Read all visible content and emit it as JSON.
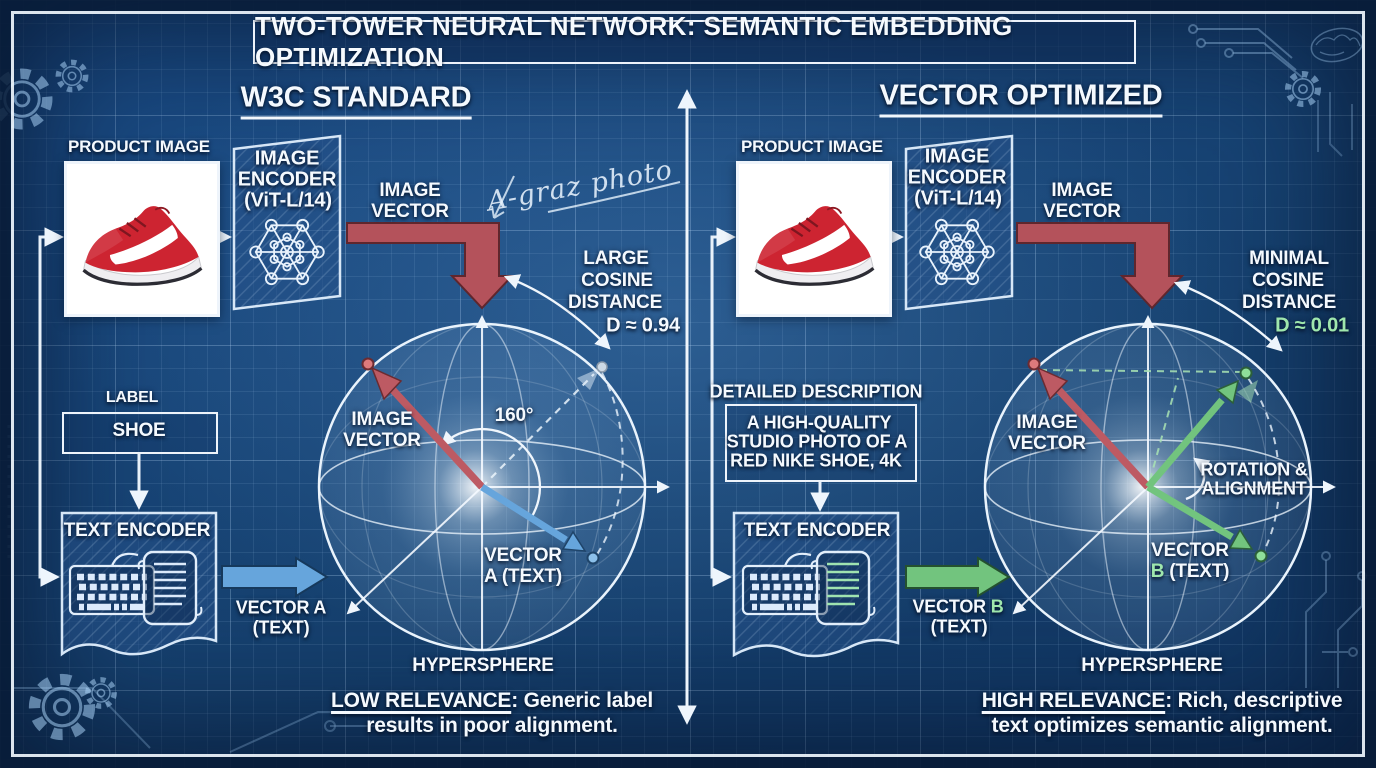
{
  "title": "TWO-TOWER NEURAL NETWORK: SEMANTIC EMBEDDING OPTIMIZATION",
  "handwritten_note": "A-graz photo",
  "colors": {
    "red_arrow": "#b4525b",
    "blue_arrow": "#66a5dc",
    "green_arrow": "#72c47e",
    "green_text": "#9fe7ad"
  },
  "left": {
    "heading": "W3C STANDARD",
    "product_image_label": "PRODUCT IMAGE",
    "encoder": [
      "IMAGE",
      "ENCODER",
      "(ViT-L/14)"
    ],
    "image_vector_arrow": [
      "IMAGE",
      "VECTOR"
    ],
    "cosine": {
      "lines": [
        "LARGE",
        "COSINE",
        "DISTANCE"
      ],
      "value": "D ≈ 0.94"
    },
    "sphere": {
      "image_vector": [
        "IMAGE",
        "VECTOR"
      ],
      "angle": "160°",
      "text_vector": [
        "VECTOR",
        "A (TEXT)"
      ],
      "caption": "HYPERSPHERE"
    },
    "label_heading": "LABEL",
    "label_value": "SHOE",
    "text_encoder_label": "TEXT ENCODER",
    "text_vector_arrow": [
      "VECTOR A",
      "(TEXT)"
    ],
    "verdict": {
      "keyword": "LOW RELEVANCE",
      "rest": ": Generic label",
      "line2": "results in poor alignment."
    }
  },
  "right": {
    "heading": "VECTOR OPTIMIZED",
    "product_image_label": "PRODUCT IMAGE",
    "encoder": [
      "IMAGE",
      "ENCODER",
      "(ViT-L/14)"
    ],
    "image_vector_arrow": [
      "IMAGE",
      "VECTOR"
    ],
    "cosine": {
      "lines": [
        "MINIMAL",
        "COSINE",
        "DISTANCE"
      ],
      "value": "D ≈ 0.01"
    },
    "sphere": {
      "image_vector": [
        "IMAGE",
        "VECTOR"
      ],
      "rotation": [
        "ROTATION &",
        "ALIGNMENT"
      ],
      "text_vector_line1": "VECTOR",
      "text_vector_accent": "B",
      "text_vector_rest": " (TEXT)",
      "caption": "HYPERSPHERE"
    },
    "description_heading": "DETAILED DESCRIPTION",
    "description_lines": [
      "A HIGH-QUALITY",
      "STUDIO PHOTO OF A",
      "RED NIKE SHOE, 4K"
    ],
    "text_encoder_label": "TEXT ENCODER",
    "text_vector_arrow_pre": "VECTOR ",
    "text_vector_arrow_accent": "B",
    "text_vector_arrow_line2": "(TEXT)",
    "verdict": {
      "keyword": "HIGH RELEVANCE",
      "rest": ": Rich, descriptive",
      "line2": "text optimizes semantic alignment."
    }
  }
}
